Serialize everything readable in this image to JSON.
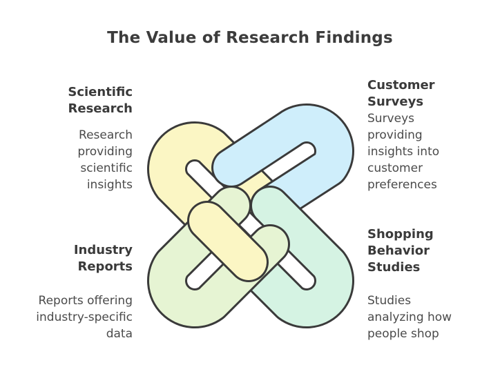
{
  "title": "The Value of Research Findings",
  "items": [
    {
      "heading_lines": [
        "Scientific",
        "Research"
      ],
      "desc_lines": [
        "Research",
        "providing",
        "scientific",
        "insights"
      ],
      "color": "#fbf6c4"
    },
    {
      "heading_lines": [
        "Customer",
        "Surveys"
      ],
      "desc_lines": [
        "Surveys",
        "providing",
        "insights into",
        "customer",
        "preferences"
      ],
      "color": "#cfeefb"
    },
    {
      "heading_lines": [
        "Industry",
        "Reports"
      ],
      "desc_lines": [
        "Reports offering",
        "industry-specific",
        "data"
      ],
      "color": "#e6f4d3"
    },
    {
      "heading_lines": [
        "Shopping",
        "Behavior",
        "Studies"
      ],
      "desc_lines": [
        "Studies",
        "analyzing how",
        "people shop"
      ],
      "color": "#d5f3e3"
    }
  ],
  "colors": {
    "outline": "#3a3a3a",
    "text": "#3a3a3a"
  }
}
